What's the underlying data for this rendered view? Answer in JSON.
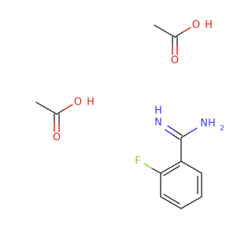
{
  "colors": {
    "carbon_bond": "#3a3a3a",
    "oxygen": "#e8221c",
    "nitrogen": "#3b3bf0",
    "fluorine": "#8fcf3a",
    "background": "#ffffff"
  },
  "molecules": {
    "acetic_acid_top": {
      "hydroxyl_label": "O",
      "hydrogen_label": "H",
      "carbonyl_label": "O"
    },
    "acetic_acid_left": {
      "hydroxyl_label": "O",
      "hydrogen_label": "H",
      "carbonyl_label": "O"
    },
    "fluorobenzamidine": {
      "imine_n_label": "N",
      "imine_h_label": "H",
      "amine_label": "NH",
      "amine_subscript": "2",
      "fluorine_label": "F"
    }
  }
}
